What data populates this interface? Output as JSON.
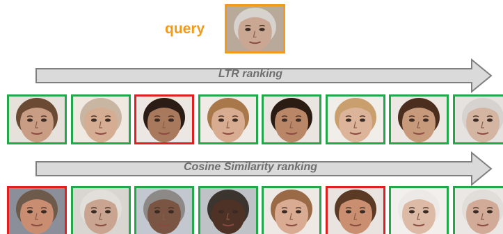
{
  "query": {
    "label": "query",
    "border_color": "#f29a1a",
    "face": {
      "skin": "#c9a792",
      "hair": "#d7d2cd",
      "bg": "#b9a99a"
    }
  },
  "rankings": [
    {
      "label": "LTR ranking",
      "faces": [
        {
          "border_color": "#22a84a",
          "skin": "#c99c84",
          "hair": "#6a4a33",
          "bg": "#e7e1db"
        },
        {
          "border_color": "#22a84a",
          "skin": "#d5ad92",
          "hair": "#c9b6a2",
          "bg": "#efe9e2"
        },
        {
          "border_color": "#e02020",
          "skin": "#a8795c",
          "hair": "#2b1d15",
          "bg": "#ece7e2"
        },
        {
          "border_color": "#22a84a",
          "skin": "#d8ac90",
          "hair": "#a8784b",
          "bg": "#f0ebe6"
        },
        {
          "border_color": "#22a84a",
          "skin": "#b98768",
          "hair": "#2a1b13",
          "bg": "#eae5e0"
        },
        {
          "border_color": "#22a84a",
          "skin": "#dcb49a",
          "hair": "#c9a06d",
          "bg": "#f1ede9"
        },
        {
          "border_color": "#22a84a",
          "skin": "#c89a7c",
          "hair": "#4b2e1e",
          "bg": "#ede8e3"
        },
        {
          "border_color": "#22a84a",
          "skin": "#d3b5a2",
          "hair": "#d6d2cf",
          "bg": "#e6e2df"
        }
      ]
    },
    {
      "label": "Cosine Similarity ranking",
      "faces": [
        {
          "border_color": "#e02020",
          "skin": "#c98d72",
          "hair": "#6d5a4a",
          "bg": "#8b8f9a"
        },
        {
          "border_color": "#22a84a",
          "skin": "#c9a490",
          "hair": "#e2ded9",
          "bg": "#d9d6d2"
        },
        {
          "border_color": "#22a84a",
          "skin": "#7a5543",
          "hair": "#8c8986",
          "bg": "#c3c7cf"
        },
        {
          "border_color": "#22a84a",
          "skin": "#4e3226",
          "hair": "#3b342f",
          "bg": "#bfc3c8"
        },
        {
          "border_color": "#22a84a",
          "skin": "#d9ab92",
          "hair": "#9a6a46",
          "bg": "#eee9e4"
        },
        {
          "border_color": "#e02020",
          "skin": "#c98f70",
          "hair": "#5a3a24",
          "bg": "#e9e4df"
        },
        {
          "border_color": "#22a84a",
          "skin": "#dcbaa6",
          "hair": "#ece9e6",
          "bg": "#f2efec"
        },
        {
          "border_color": "#22a84a",
          "skin": "#d2aa98",
          "hair": "#e1ddd9",
          "bg": "#ebe7e4"
        }
      ]
    }
  ]
}
